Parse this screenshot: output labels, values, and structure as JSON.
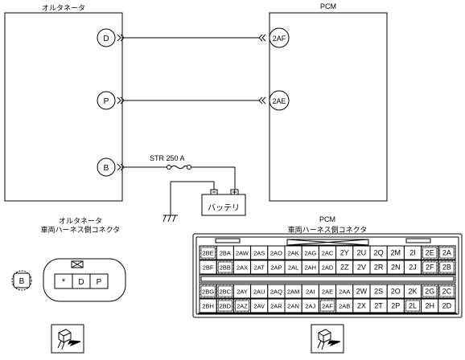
{
  "alternator": {
    "title": "オルタネータ",
    "pins": [
      "D",
      "P",
      "B"
    ]
  },
  "pcm": {
    "title": "PCM",
    "pins": [
      "2AF",
      "2AE"
    ]
  },
  "fuse": {
    "label": "STR 250 A"
  },
  "battery": {
    "label": "バッテリ"
  },
  "alt_connector": {
    "title_line1": "オルタネータ",
    "title_line2": "車両ハーネス側コネクタ",
    "highlight_pin": "B",
    "cells": [
      "*",
      "D",
      "P"
    ]
  },
  "pcm_connector": {
    "title_line1": "PCM",
    "title_line2": "車両ハーネス側コネクタ",
    "rows": [
      [
        "2BE",
        "2BA",
        "2AW",
        "2AS",
        "2AO",
        "2AK",
        "2AG",
        "2AC",
        "2Y",
        "2U",
        "2Q",
        "2M",
        "2I",
        "2E",
        "2A"
      ],
      [
        "2BF",
        "2BB",
        "2AX",
        "2AT",
        "2AP",
        "2AL",
        "2AH",
        "2AD",
        "2Z",
        "2V",
        "2R",
        "2N",
        "2J",
        "2F",
        "2B"
      ],
      [
        "2BG",
        "2BC",
        "2AY",
        "2AU",
        "2AQ",
        "2AM",
        "2AI",
        "2AE",
        "2AA",
        "2W",
        "2S",
        "2O",
        "2K",
        "2G",
        "2C"
      ],
      [
        "2BH",
        "2BD",
        "2AZ",
        "2AV",
        "2AR",
        "2AN",
        "2AJ",
        "2AF",
        "2AB",
        "2X",
        "2T",
        "2P",
        "2L",
        "2H",
        "2D"
      ]
    ]
  },
  "colors": {
    "line": "#000000",
    "hatch": "#555555",
    "background": "#ffffff"
  }
}
